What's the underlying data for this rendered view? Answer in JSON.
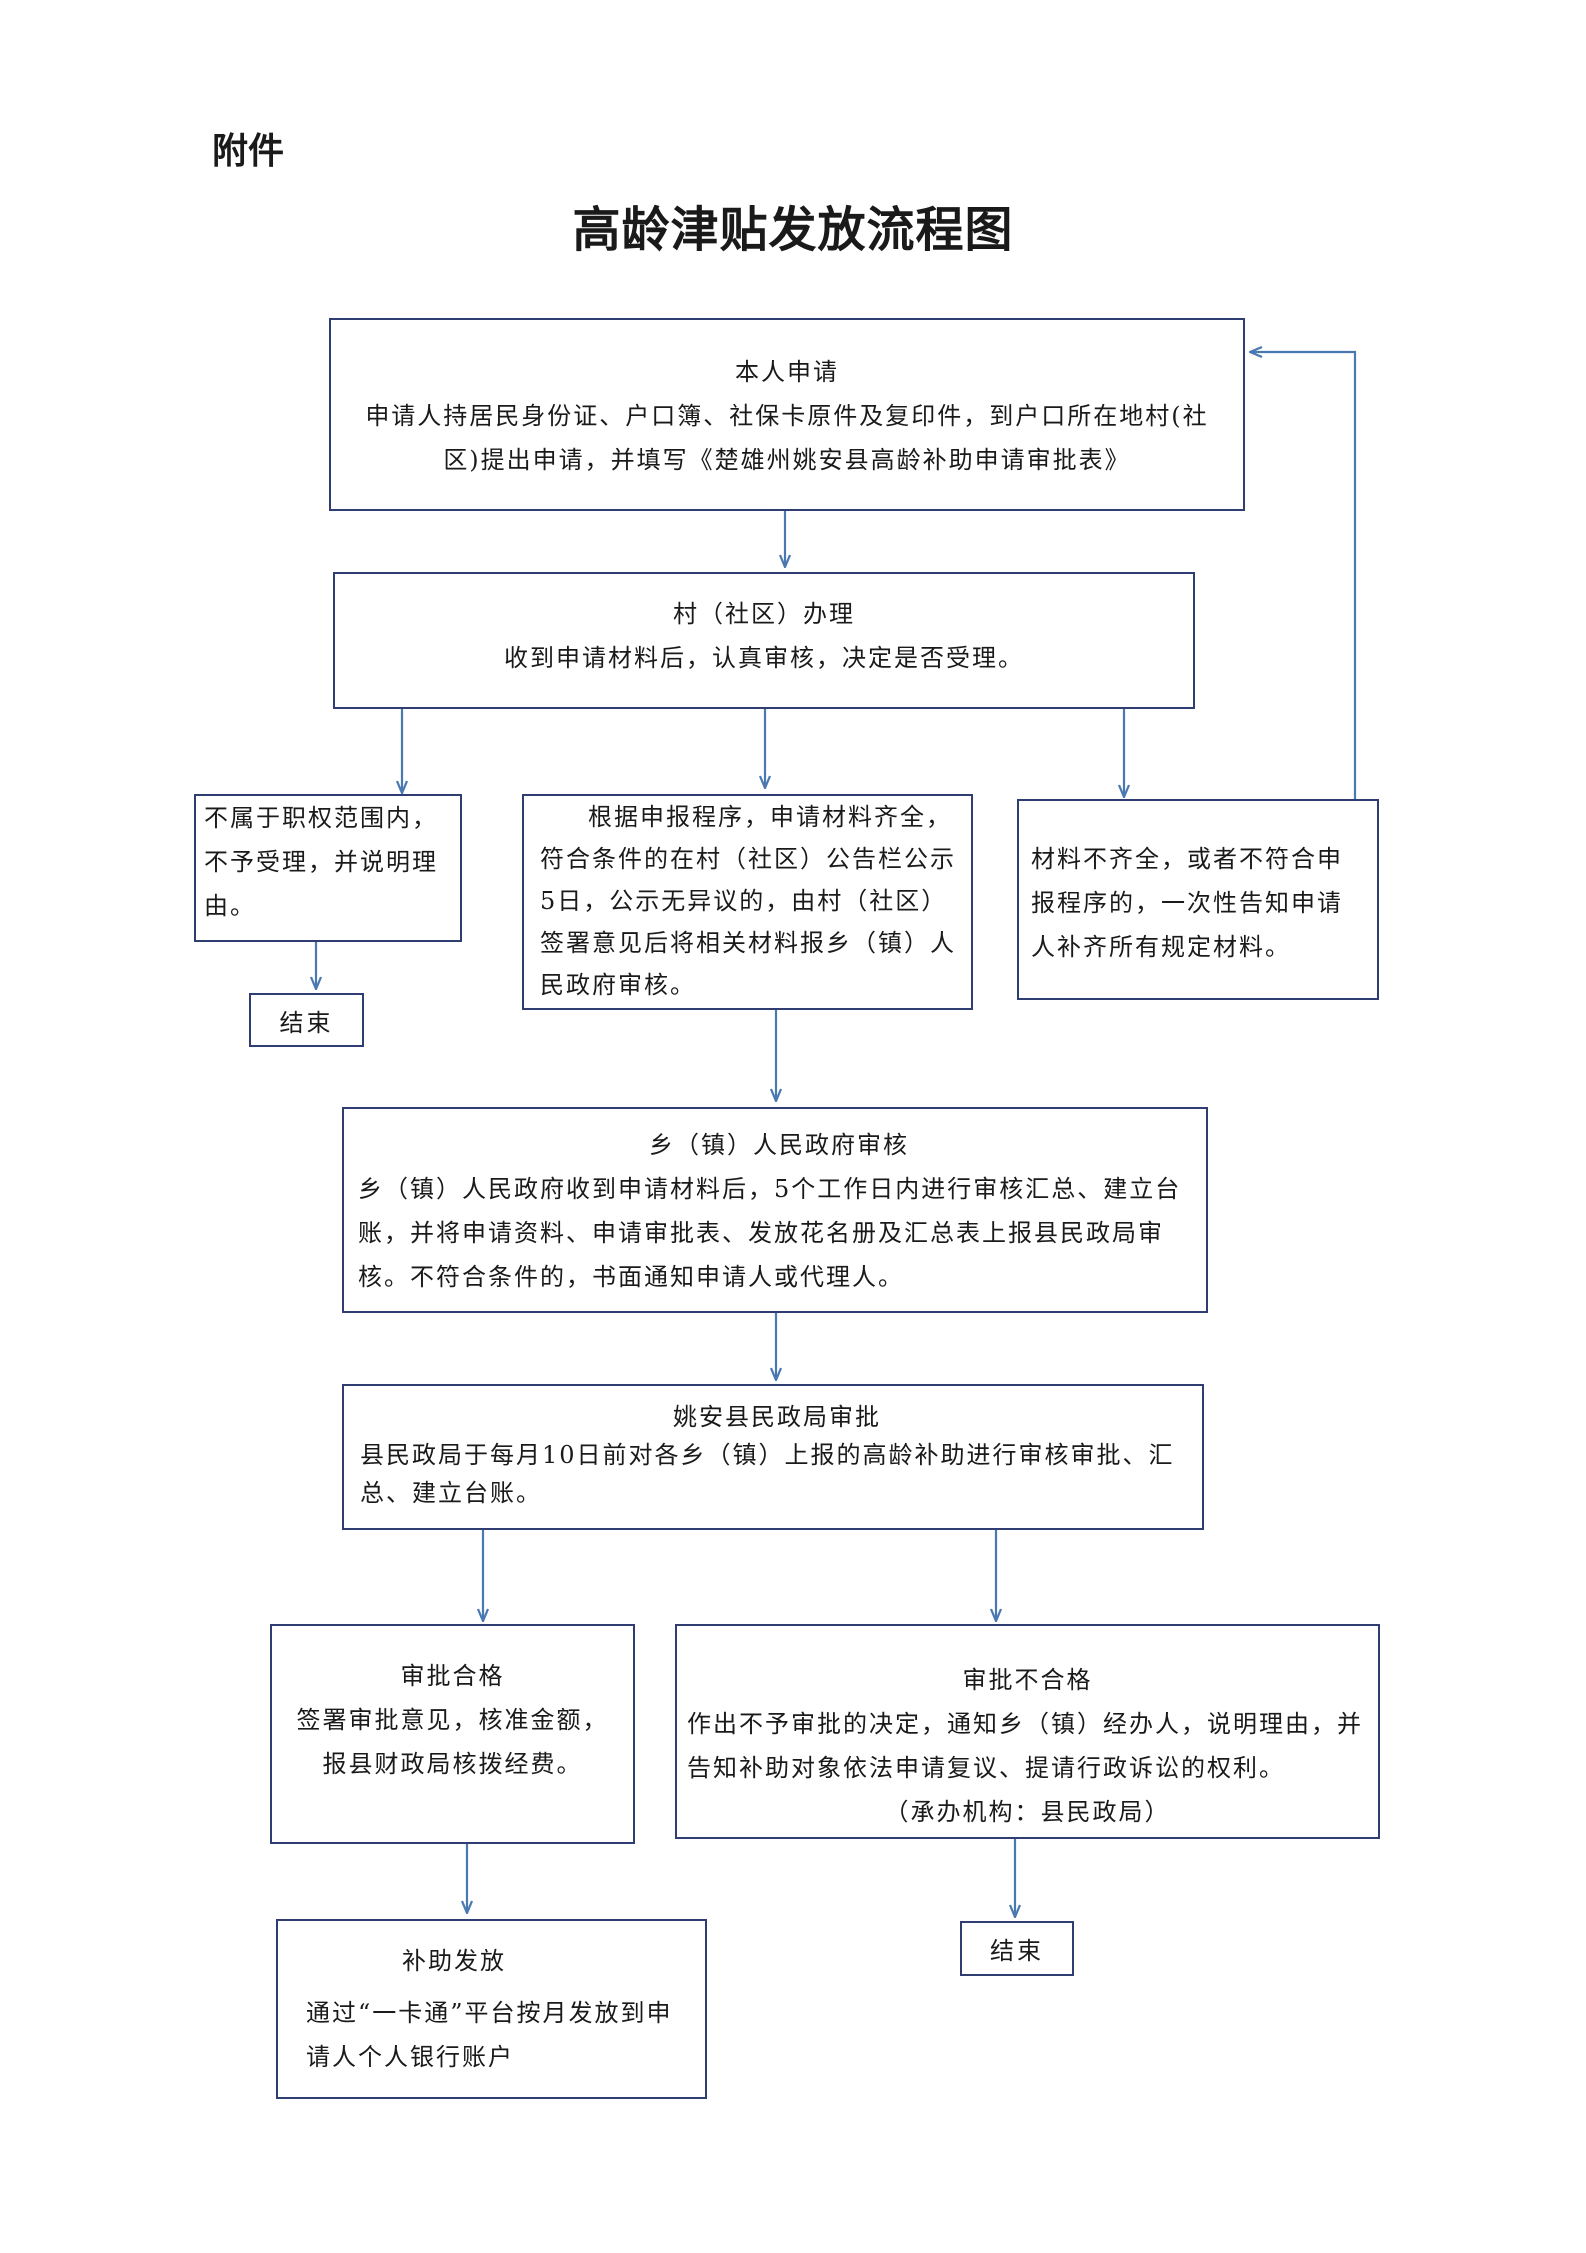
{
  "header": {
    "attachment_label": "附件",
    "title": "高龄津贴发放流程图"
  },
  "steps": {
    "apply": {
      "heading": "本人申请",
      "body": "申请人持居民身份证、户口簿、社保卡原件及复印件，到户口所在地村(社区)提出申请，并填写《楚雄州姚安县高龄补助申请审批表》"
    },
    "village": {
      "heading": "村（社区）办理",
      "body": "收到申请材料后，认真审核，决定是否受理。"
    },
    "reject_scope": {
      "body": "不属于职权范围内，不予受理，并说明理由。"
    },
    "publicize": {
      "body": "根据申报程序，申请材料齐全，符合条件的在村（社区）公告栏公示5日，公示无异议的，由村（社区）签署意见后将相关材料报乡（镇）人民政府审核。"
    },
    "incomplete": {
      "body": "材料不齐全，或者不符合申报程序的，一次性告知申请人补齐所有规定材料。"
    },
    "township": {
      "heading": "乡（镇）人民政府审核",
      "body": "乡（镇）人民政府收到申请材料后，5个工作日内进行审核汇总、建立台账，并将申请资料、申请审批表、发放花名册及汇总表上报县民政局审核。不符合条件的，书面通知申请人或代理人。"
    },
    "county": {
      "heading": "姚安县民政局审批",
      "body": "县民政局于每月10日前对各乡（镇）上报的高龄补助进行审核审批、汇总、建立台账。"
    },
    "approved": {
      "heading": "审批合格",
      "body": "签署审批意见，核准金额，报县财政局核拨经费。"
    },
    "not_approved": {
      "heading": "审批不合格",
      "body": "作出不予审批的决定，通知乡（镇）经办人，说明理由，并告知补助对象依法申请复议、提请行政诉讼的权利。",
      "note": "（承办机构：县民政局）"
    },
    "disburse": {
      "heading": "补助发放",
      "body": "通过“一卡通”平台按月发放到申请人个人银行账户"
    },
    "end_label_1": "结束",
    "end_label_2": "结束"
  },
  "colors": {
    "box_border": "#2f3d72",
    "arrow": "#4a78b0"
  }
}
